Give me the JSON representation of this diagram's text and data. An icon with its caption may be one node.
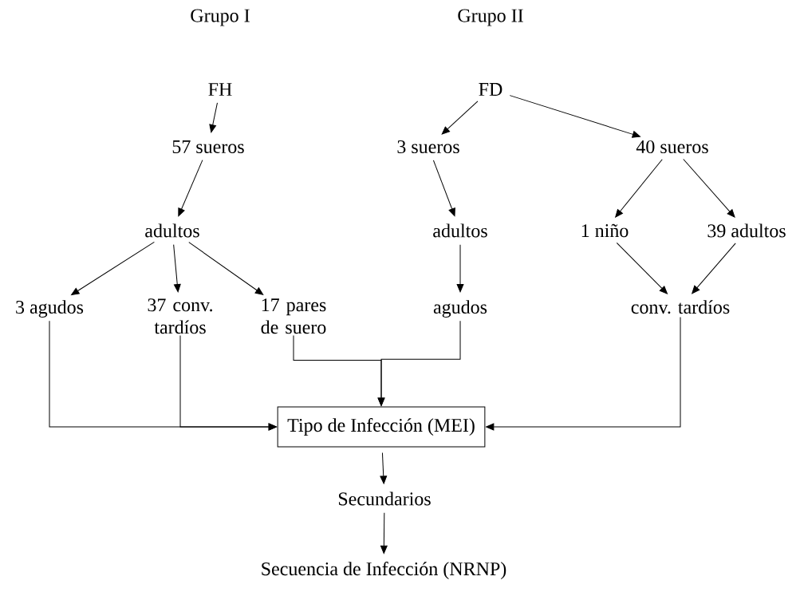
{
  "diagram": {
    "nodes": [
      {
        "text": [
          "FH"
        ]
      },
      {
        "text": [
          "57 sueros"
        ]
      },
      {
        "text": [
          "adultos"
        ]
      },
      {
        "text": [
          "3 agudos"
        ]
      },
      {
        "text": [
          "37 conv. tardíos"
        ]
      },
      {
        "text": [
          "17 pares de suero"
        ]
      },
      {
        "text": [
          "FD"
        ]
      },
      {
        "text": [
          "3 sueros"
        ]
      },
      {
        "text": [
          "40 sueros"
        ]
      },
      {
        "text": [
          "adultos"
        ]
      },
      {
        "text": [
          "1 niño"
        ]
      },
      {
        "text": [
          "39 adultos"
        ]
      },
      {
        "text": [
          "agudos"
        ]
      },
      {
        "text": [
          "conv. tardíos"
        ]
      },
      {
        "text": [
          "Tipo de Infección (MEI)"
        ]
      },
      {
        "text": [
          "Secundarios"
        ]
      },
      {
        "text": [
          "Secuencia de Infección (NRNP)"
        ]
      }
    ],
    "edges": [
      {
        "from": 0,
        "to": 1,
        "arrow": "to"
      },
      {
        "from": 1,
        "to": 2,
        "arrow": "to"
      },
      {
        "from": 2,
        "to": 3,
        "arrow": "to"
      },
      {
        "from": 2,
        "to": 4,
        "arrow": "to"
      },
      {
        "from": 2,
        "to": 5,
        "arrow": "to"
      },
      {
        "from": 6,
        "to": 7,
        "arrow": "to"
      },
      {
        "from": 6,
        "to": 8,
        "arrow": "to"
      },
      {
        "from": 7,
        "to": 9,
        "arrow": "to"
      },
      {
        "from": 9,
        "to": 12,
        "arrow": "to"
      },
      {
        "from": 8,
        "to": 10,
        "arrow": "to"
      },
      {
        "from": 8,
        "to": 11,
        "arrow": "to"
      },
      {
        "from": 10,
        "to": 13,
        "arrow": "to"
      },
      {
        "from": 11,
        "to": 13,
        "arrow": "to"
      },
      {
        "from": 3,
        "to": 14,
        "arrow": "to"
      },
      {
        "from": 4,
        "to": 14,
        "arrow": "to"
      },
      {
        "from": 5,
        "to": 14,
        "arrow": "to"
      },
      {
        "from": 12,
        "to": 14,
        "arrow": "to"
      },
      {
        "from": 13,
        "to": 14,
        "arrow": "to"
      },
      {
        "from": 14,
        "to": 15,
        "arrow": "to"
      },
      {
        "from": 15,
        "to": 16,
        "arrow": "to"
      }
    ],
    "labels": [
      "Grupo I",
      "Grupo II"
    ]
  }
}
